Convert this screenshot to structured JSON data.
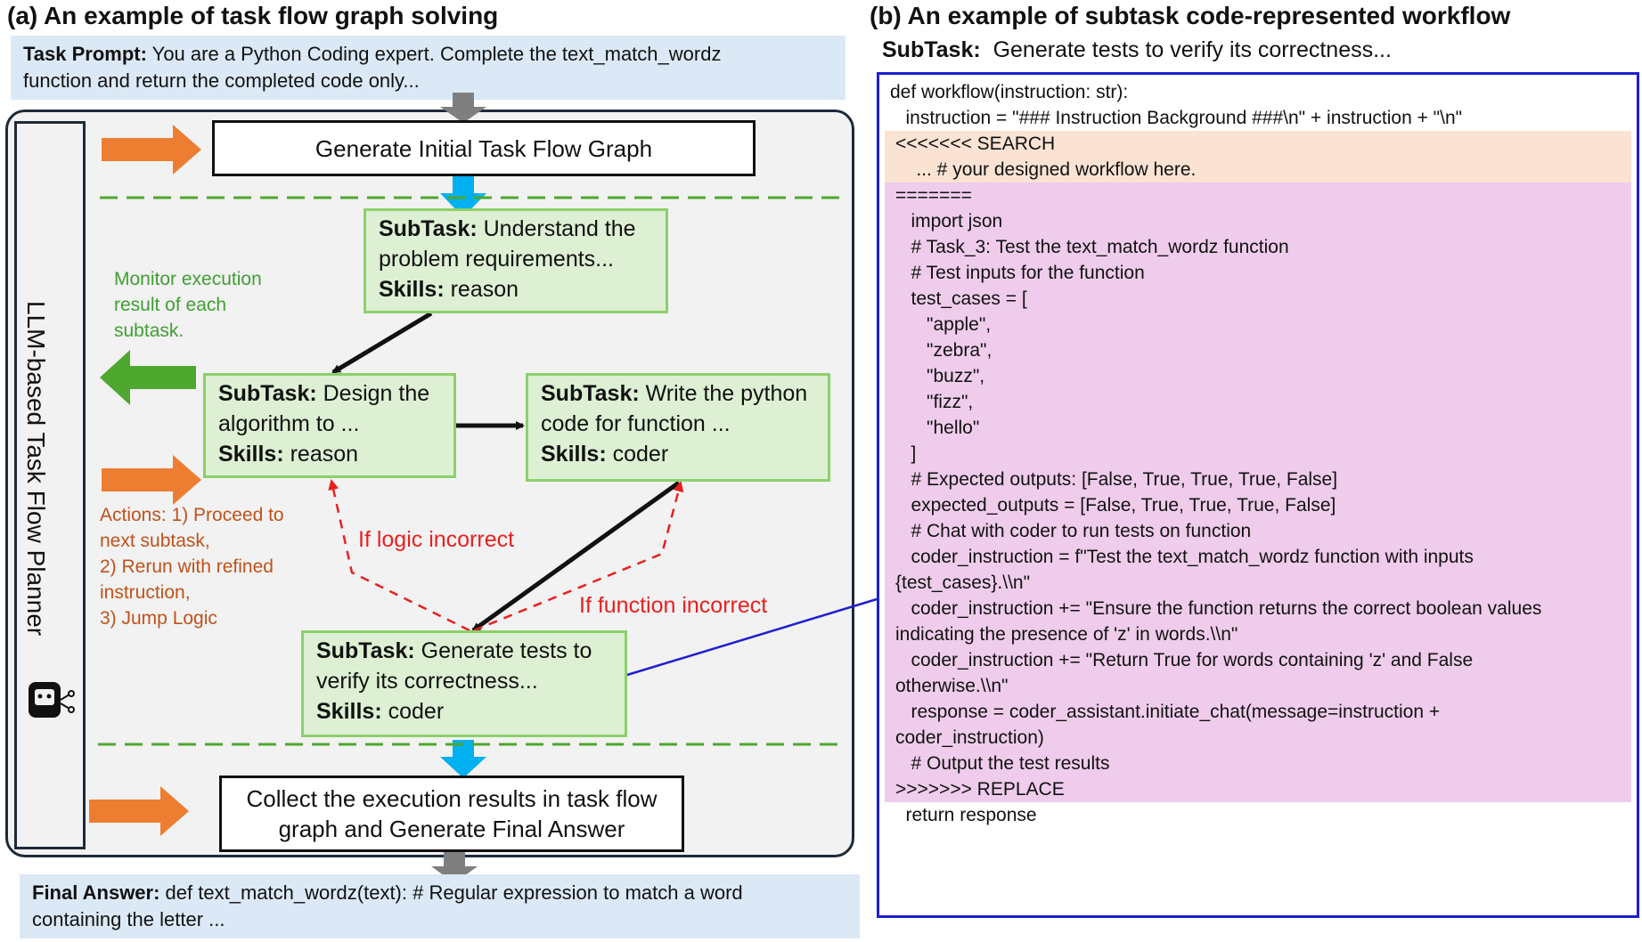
{
  "left_panel": {
    "title": "(a) An example of task flow graph solving",
    "task_prompt": {
      "label": "Task Prompt:",
      "line1": " You are a Python Coding expert. Complete the text_match_wordz",
      "line2": "function and return the completed code only..."
    },
    "planner_label": "LLM-based Task Flow Planner",
    "step_initial": "Generate Initial Task Flow Graph",
    "subtasks": {
      "understand": {
        "subtask_label": "SubTask:",
        "line1": " Understand the",
        "line2": "problem requirements...",
        "skills_label": "Skills:",
        "skills": " reason"
      },
      "design": {
        "subtask_label": "SubTask:",
        "line1": " Design the",
        "line2": "algorithm to ...",
        "skills_label": "Skills:",
        "skills": " reason"
      },
      "write": {
        "subtask_label": "SubTask:",
        "line1": " Write the python",
        "line2": "code for function ...",
        "skills_label": "Skills:",
        "skills": " coder"
      },
      "tests": {
        "subtask_label": "SubTask:",
        "line1": "  Generate tests to",
        "line2": "verify its correctness...",
        "skills_label": "Skills:",
        "skills": " coder"
      }
    },
    "monitor_note": [
      "Monitor execution",
      "result of each",
      "subtask."
    ],
    "actions_note": [
      "Actions: 1) Proceed to",
      "next subtask,",
      "2) Rerun with refined",
      "instruction,",
      "3) Jump Logic"
    ],
    "if_logic": "If logic incorrect",
    "if_function": "If function incorrect",
    "step_collect": [
      "Collect the execution results in task flow",
      "graph and Generate Final Answer"
    ],
    "final_answer": {
      "label": "Final Answer:",
      "line1": " def text_match_wordz(text):   # Regular expression to match a word",
      "line2": "containing the letter ..."
    }
  },
  "right_panel": {
    "title": "(b) An example of subtask code-represented workflow",
    "subtask_label": "SubTask:",
    "subtask_text": "  Generate tests to verify its correctness...",
    "code_top": [
      "def workflow(instruction: str):",
      "   instruction = \"### Instruction Background ###\\n\" + instruction + \"\\n\""
    ],
    "code_search": [
      "<<<<<<< SEARCH",
      "    ... # your designed workflow here."
    ],
    "code_replace": [
      "=======",
      "   import json",
      "",
      "   # Task_3: Test the text_match_wordz function",
      "   # Test inputs for the function",
      "   test_cases = [",
      "      \"apple\",",
      "      \"zebra\",",
      "      \"buzz\",",
      "      \"fizz\",",
      "      \"hello\"",
      "   ]",
      "   # Expected outputs: [False, True, True, True, False]",
      "   expected_outputs = [False, True, True, True, False]",
      "",
      "   # Chat with coder to run tests on function",
      "   coder_instruction = f\"Test the text_match_wordz function with inputs",
      "{test_cases}.\\\\n\"",
      "   coder_instruction += \"Ensure the function returns the correct boolean values",
      "indicating the presence of 'z' in words.\\\\n\"",
      "   coder_instruction += \"Return True for words containing 'z' and False",
      "otherwise.\\\\n\"",
      "   response = coder_assistant.initiate_chat(message=instruction +",
      "coder_instruction)",
      "",
      "   # Output the test results",
      ">>>>>>> REPLACE"
    ],
    "code_bottom": [
      "   return response"
    ]
  },
  "colors": {
    "orange_arrow": "#ed7d31",
    "green_arrow": "#4ea72e",
    "blue_arrow": "#00b0f0",
    "gray_arrow": "#7f7f7f",
    "dashed_separator": "#4ea72e",
    "red_dashed": "#e82020",
    "code_border": "#1f1fd0",
    "search_bg": "#fae3d2",
    "replace_bg": "#efcceb"
  }
}
